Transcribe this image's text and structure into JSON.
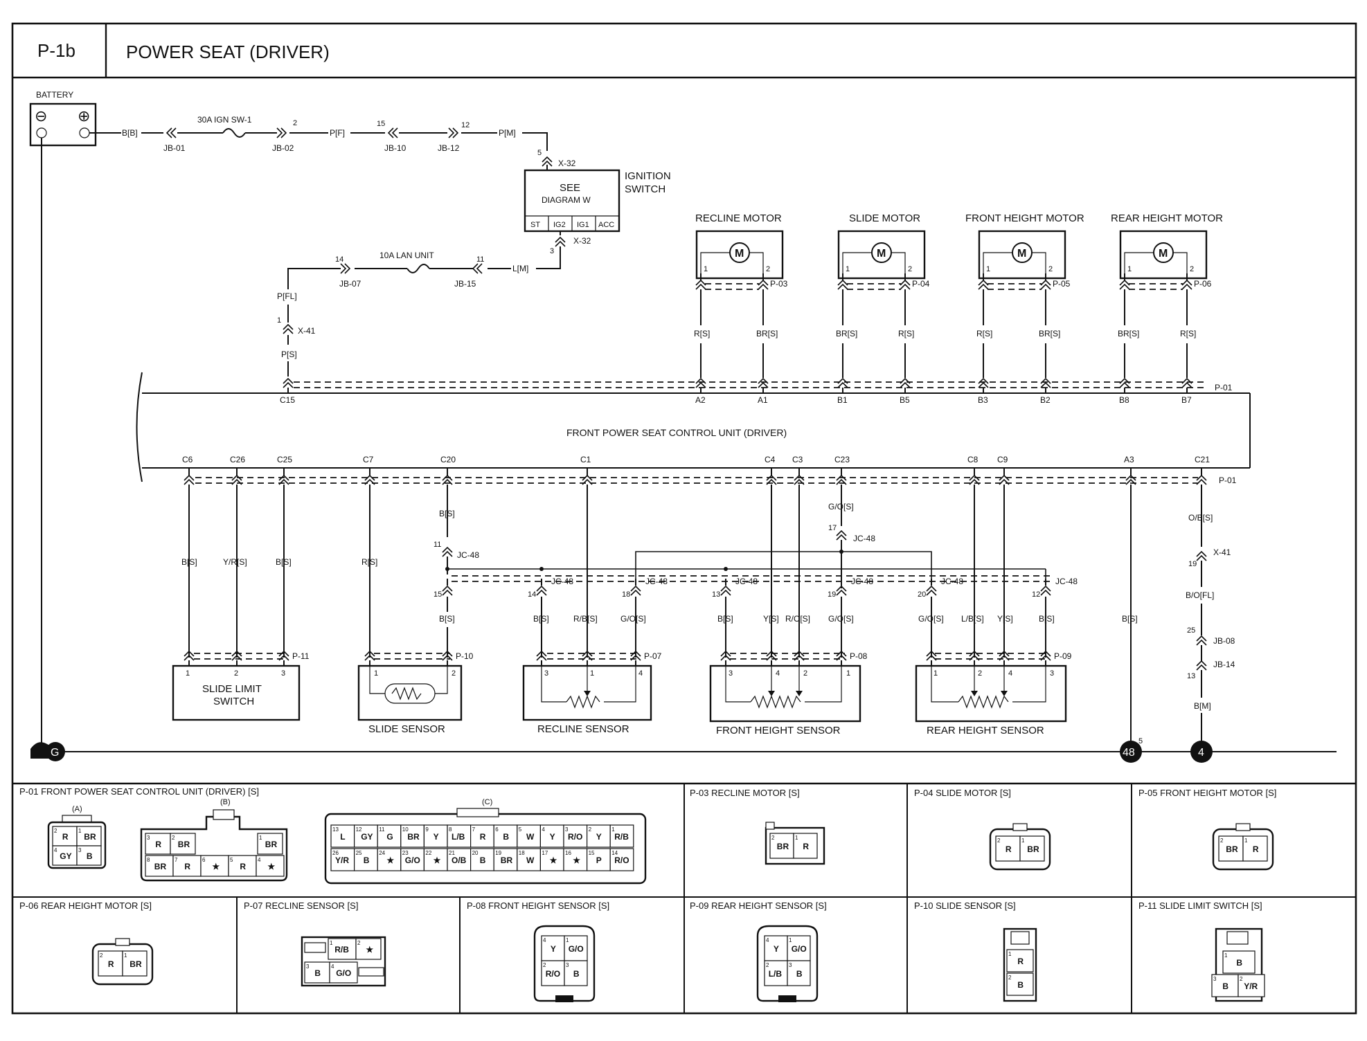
{
  "header": {
    "code": "P-1b",
    "title": "POWER SEAT (DRIVER)"
  },
  "battery": {
    "label": "BATTERY",
    "neg": "⊖",
    "pos": "⊕"
  },
  "power_feed": {
    "wire_bb": "B[B]",
    "jb01": "JB-01",
    "fuse30": "30A IGN SW-1",
    "jb02_pin": "2",
    "jb02": "JB-02",
    "wire_pf": "P[F]",
    "jb10_pin": "15",
    "jb10": "JB-10",
    "jb12_pin": "12",
    "jb12": "JB-12",
    "wire_pm": "P[M]"
  },
  "ignition": {
    "x32_pin_top": "5",
    "x32_top": "X-32",
    "see": "SEE",
    "diagram": "DIAGRAM  W",
    "label_1": "IGNITION",
    "label_2": "SWITCH",
    "pos_st": "ST",
    "pos_ig2": "IG2",
    "pos_ig1": "IG1",
    "pos_acc": "ACC",
    "x32_pin_bot": "3",
    "x32_bot": "X-32"
  },
  "lan_feed": {
    "jb07_pin": "14",
    "jb07": "JB-07",
    "fuse10": "10A LAN UNIT",
    "jb15_pin": "11",
    "jb15": "JB-15",
    "wire_lm": "L[M]",
    "wire_pfl": "P[FL]",
    "x41_pin": "1",
    "x41": "X-41",
    "wire_ps": "P[S]"
  },
  "motors": [
    {
      "title": "RECLINE MOTOR",
      "conn": "P-03",
      "w1": "R[S]",
      "w2": "BR[S]",
      "t1": "A2",
      "t2": "A1"
    },
    {
      "title": "SLIDE MOTOR",
      "conn": "P-04",
      "w1": "BR[S]",
      "w2": "R[S]",
      "t1": "B1",
      "t2": "B5"
    },
    {
      "title": "FRONT HEIGHT MOTOR",
      "conn": "P-05",
      "w1": "R[S]",
      "w2": "BR[S]",
      "t1": "B3",
      "t2": "B2"
    },
    {
      "title": "REAR HEIGHT MOTOR",
      "conn": "P-06",
      "w1": "BR[S]",
      "w2": "R[S]",
      "t1": "B8",
      "t2": "B7"
    }
  ],
  "motor_symbol": "M",
  "pin_1": "1",
  "pin_2": "2",
  "pin_3": "3",
  "pin_4": "4",
  "pin_5": "5",
  "control_unit": {
    "name": "FRONT POWER SEAT CONTROL UNIT (DRIVER)",
    "top_conn": "P-01",
    "top_c15": "C15",
    "bottom_terminals": [
      "C6",
      "C26",
      "C25",
      "C7",
      "C20",
      "C1",
      "C4",
      "C3",
      "C23",
      "C8",
      "C9",
      "A3",
      "C21"
    ],
    "bottom_conn": "P-01"
  },
  "lower_wires": {
    "c6": "B[S]",
    "c26": "Y/R[S]",
    "c25": "B[S]",
    "c7": "R[S]",
    "c20": "B[S]",
    "c20_jc_pin": "11",
    "jc48": "JC-48",
    "c1": "R/B[S]",
    "c23": "G/O[S]",
    "c23_jc_pin": "17",
    "a3": "B[S]",
    "c21": "O/B[S]",
    "x41_pin": "19",
    "x41": "X-41",
    "wire_bofl": "B/O[FL]",
    "jb08_pin": "25",
    "jb08": "JB-08",
    "jb14_pin": "13",
    "jb14": "JB-14",
    "wire_bm": "B[M]"
  },
  "jc_taps": [
    {
      "pin": "15"
    },
    {
      "pin": "14"
    },
    {
      "pin": "18"
    },
    {
      "pin": "13"
    },
    {
      "pin": "19"
    },
    {
      "pin": "20"
    },
    {
      "pin": "12"
    }
  ],
  "sensor_wires": {
    "slide_gnd": "B[S]",
    "recline_gnd": "B[S]",
    "recline_go": "G/O[S]",
    "front_gnd": "B[S]",
    "front_y": "Y[S]",
    "front_ro": "R/O[S]",
    "front_go": "G/O[S]",
    "rear_go": "G/O[S]",
    "rear_lb": "L/B[S]",
    "rear_y": "Y[S]",
    "rear_b": "B[S]"
  },
  "sensors": {
    "slide_limit": {
      "name_1": "SLIDE LIMIT",
      "name_2": "SWITCH",
      "conn": "P-11"
    },
    "slide": {
      "name": "SLIDE SENSOR",
      "conn": "P-10"
    },
    "recline": {
      "name": "RECLINE SENSOR",
      "conn": "P-07"
    },
    "front_height": {
      "name": "FRONT HEIGHT SENSOR",
      "conn": "P-08"
    },
    "rear_height": {
      "name": "REAR HEIGHT SENSOR",
      "conn": "P-09"
    }
  },
  "grounds": {
    "g": "G",
    "g48": "48",
    "g48_pin": "5",
    "g4": "4"
  },
  "connector_table": {
    "p01": {
      "title": "P-01 FRONT POWER SEAT CONTROL UNIT (DRIVER) [S]",
      "a": "(A)",
      "b": "(B)",
      "c": "(C)",
      "a_cells": [
        [
          "2",
          "R"
        ],
        [
          "1",
          "BR"
        ],
        [
          "4",
          "GY"
        ],
        [
          "3",
          "B"
        ]
      ],
      "b_cells": [
        [
          "3",
          "R"
        ],
        [
          "2",
          "BR"
        ],
        [
          "",
          "",
          ""
        ],
        [
          "1",
          "BR"
        ],
        [
          "8",
          "BR"
        ],
        [
          "7",
          "R"
        ],
        [
          "6",
          "★"
        ],
        [
          "5",
          "R"
        ],
        [
          "4",
          "★"
        ]
      ],
      "c_top": [
        [
          "13",
          "L"
        ],
        [
          "12",
          "GY"
        ],
        [
          "11",
          "G"
        ],
        [
          "10",
          "BR"
        ],
        [
          "9",
          "Y"
        ],
        [
          "8",
          "L/B"
        ],
        [
          "7",
          "R"
        ],
        [
          "6",
          "B"
        ],
        [
          "5",
          "W"
        ],
        [
          "4",
          "Y"
        ],
        [
          "3",
          "R/O"
        ],
        [
          "2",
          "Y"
        ],
        [
          "1",
          "R/B"
        ]
      ],
      "c_bot": [
        [
          "26",
          "Y/R"
        ],
        [
          "25",
          "B"
        ],
        [
          "24",
          "★"
        ],
        [
          "23",
          "G/O"
        ],
        [
          "22",
          "★"
        ],
        [
          "21",
          "O/B"
        ],
        [
          "20",
          "B"
        ],
        [
          "19",
          "BR"
        ],
        [
          "18",
          "W"
        ],
        [
          "17",
          "★"
        ],
        [
          "16",
          "★"
        ],
        [
          "15",
          "P"
        ],
        [
          "14",
          "R/O"
        ]
      ]
    },
    "p03": {
      "title": "P-03 RECLINE MOTOR [S]",
      "cells": [
        [
          "2",
          "BR"
        ],
        [
          "1",
          "R"
        ]
      ]
    },
    "p04": {
      "title": "P-04 SLIDE MOTOR [S]",
      "cells": [
        [
          "2",
          "R"
        ],
        [
          "1",
          "BR"
        ]
      ]
    },
    "p05": {
      "title": "P-05 FRONT HEIGHT MOTOR [S]",
      "cells": [
        [
          "2",
          "BR"
        ],
        [
          "1",
          "R"
        ]
      ]
    },
    "p06": {
      "title": "P-06 REAR HEIGHT MOTOR [S]",
      "cells": [
        [
          "2",
          "R"
        ],
        [
          "1",
          "BR"
        ]
      ]
    },
    "p07": {
      "title": "P-07 RECLINE SENSOR [S]",
      "cells": [
        [
          "1",
          "R/B"
        ],
        [
          "2",
          "★"
        ],
        [
          "3",
          "B"
        ],
        [
          "4",
          "G/O"
        ]
      ]
    },
    "p08": {
      "title": "P-08 FRONT HEIGHT SENSOR [S]",
      "cells": [
        [
          "4",
          "Y"
        ],
        [
          "1",
          "G/O"
        ],
        [
          "2",
          "R/O"
        ],
        [
          "3",
          "B"
        ]
      ]
    },
    "p09": {
      "title": "P-09 REAR HEIGHT SENSOR [S]",
      "cells": [
        [
          "4",
          "Y"
        ],
        [
          "1",
          "G/O"
        ],
        [
          "2",
          "L/B"
        ],
        [
          "3",
          "B"
        ]
      ]
    },
    "p10": {
      "title": "P-10 SLIDE SENSOR [S]",
      "cells": [
        [
          "1",
          "R"
        ],
        [
          "2",
          "B"
        ]
      ]
    },
    "p11": {
      "title": "P-11 SLIDE LIMIT SWITCH [S]",
      "cells": [
        [
          "1",
          "B"
        ],
        [
          "3",
          "B"
        ],
        [
          "2",
          "Y/R"
        ]
      ]
    }
  }
}
